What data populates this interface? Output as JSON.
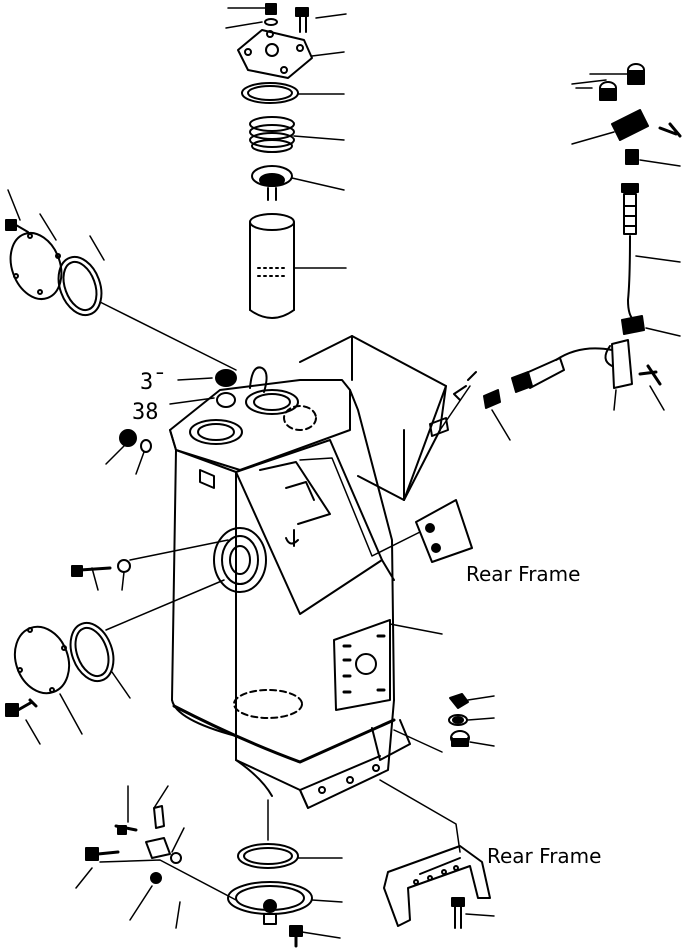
{
  "labels": {
    "rear_frame_upper": "Rear Frame",
    "rear_frame_lower": "Rear Frame",
    "callout_37": "3ˉ",
    "callout_38": "38"
  },
  "colors": {
    "ink": "#000000",
    "paper": "#ffffff"
  }
}
